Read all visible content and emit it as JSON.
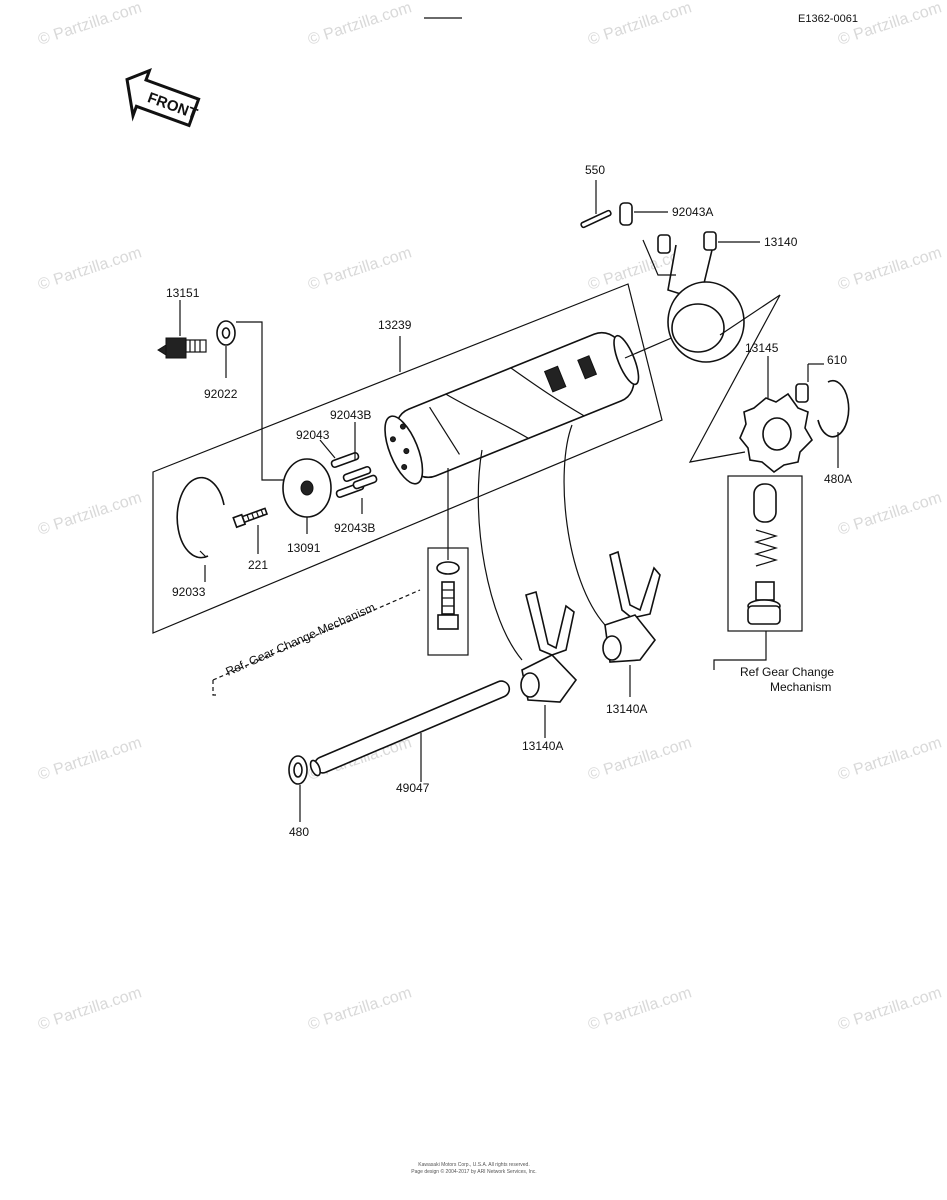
{
  "header": {
    "code": "E1362-0061"
  },
  "front_badge": "FRONT",
  "watermark": "© Partzilla.com",
  "parts": {
    "p550": "550",
    "p92043A": "92043A",
    "p13140": "13140",
    "p13151": "13151",
    "p13239": "13239",
    "p92022": "92022",
    "p13145": "13145",
    "p610": "610",
    "p92043B_top": "92043B",
    "p92043": "92043",
    "p92043B_bottom": "92043B",
    "p480A": "480A",
    "p92033": "92033",
    "p221": "221",
    "p13091": "13091",
    "p13140A_right": "13140A",
    "p13140A_left": "13140A",
    "p49047": "49047",
    "p480": "480"
  },
  "refs": {
    "left": "Ref. Gear Change Mechanism",
    "right_line1": "Ref  Gear Change",
    "right_line2": "Mechanism"
  },
  "footer": {
    "line1": "Kawasaki Motors Corp., U.S.A.  All rights reserved.",
    "line2": "Page design © 2004-2017 by ARI Network Services, Inc."
  }
}
